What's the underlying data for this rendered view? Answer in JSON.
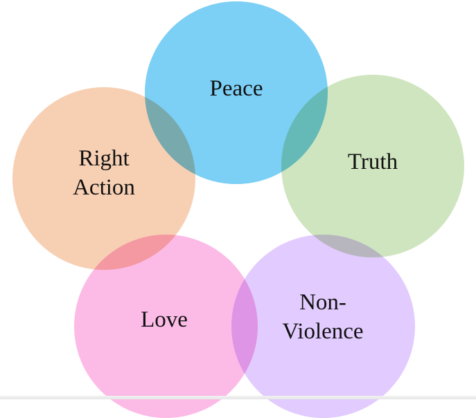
{
  "diagram": {
    "circles": [
      {
        "id": "peace",
        "label": "Peace",
        "color": "#7ccff5"
      },
      {
        "id": "truth",
        "label": "Truth",
        "color": "#cfe5bf"
      },
      {
        "id": "right_action",
        "label": "Right Action",
        "line1": "Right",
        "line2": "Action",
        "color": "#f7d0b4"
      },
      {
        "id": "love",
        "label": "Love",
        "color": "#fcbbe6"
      },
      {
        "id": "non_violence",
        "label": "Non-Violence",
        "line1": "Non-",
        "line2": "Violence",
        "color": "#e2cbfe"
      }
    ]
  }
}
